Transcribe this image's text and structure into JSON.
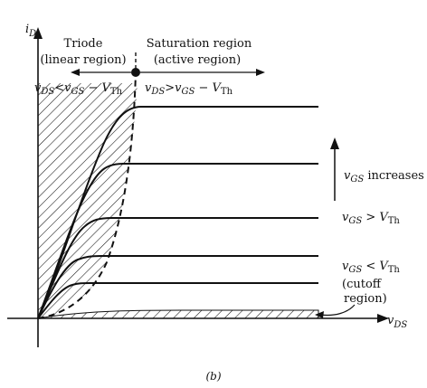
{
  "axes": {
    "y_label_var": "i",
    "y_label_sub": "D",
    "x_label_var": "v",
    "x_label_sub": "DS"
  },
  "regions": {
    "triode_line1": "Triode",
    "triode_line2": "(linear region)",
    "saturation_line1": "Saturation region",
    "saturation_line2": "(active region)"
  },
  "conditions": {
    "triode": {
      "v1": "v",
      "s1": "DS",
      "op": "<",
      "v2": "v",
      "s2": "GS",
      "minus": " − ",
      "v3": "V",
      "s3": "Th"
    },
    "saturation": {
      "v1": "v",
      "s1": "DS",
      "op": ">",
      "v2": "v",
      "s2": "GS",
      "minus": " − ",
      "v3": "V",
      "s3": "Th"
    }
  },
  "annotations": {
    "vgs_increases": {
      "v": "v",
      "s": "GS",
      "text": " increases"
    },
    "vgs_gt_vth": {
      "v": "v",
      "s": "GS",
      "op": " > ",
      "v2": "V",
      "s2": "Th"
    },
    "vgs_lt_vth": {
      "v": "v",
      "s": "GS",
      "op": " < ",
      "v2": "V",
      "s2": "Th"
    },
    "cutoff_line1": "(cutoff",
    "cutoff_line2": "region)"
  },
  "caption": "(b)",
  "curves_count_note": "",
  "colors": {
    "ink": "#111111",
    "background": "#ffffff"
  }
}
